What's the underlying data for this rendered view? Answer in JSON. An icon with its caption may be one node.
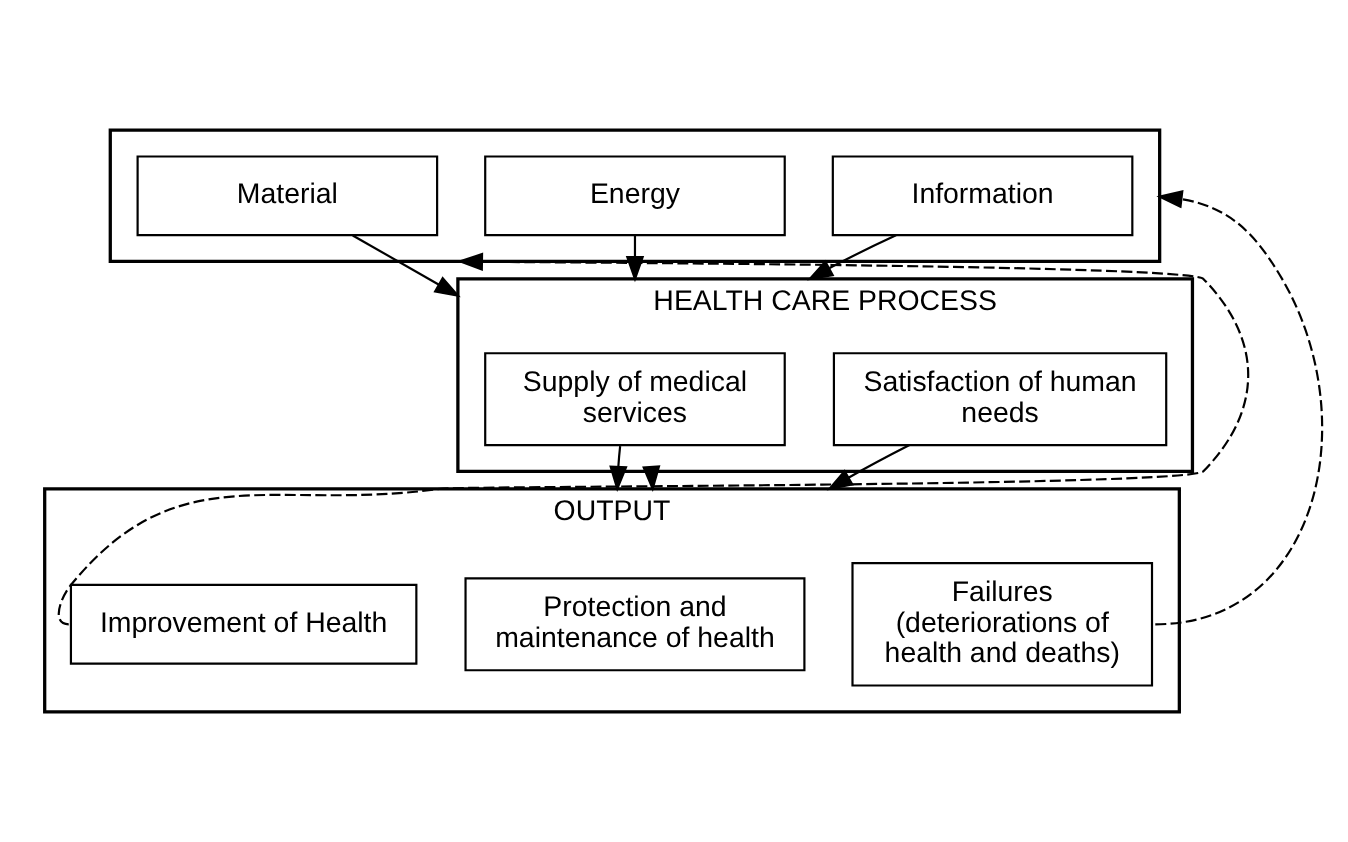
{
  "diagram": {
    "nodes": [
      {
        "text": [],
        "shape": "box"
      },
      {
        "text": [
          "Material"
        ],
        "in": 0
      },
      {
        "text": [
          "Energy"
        ],
        "in": 0
      },
      {
        "text": [
          "Information"
        ],
        "in": 0
      },
      {
        "text": [
          "HEALTH CARE PROCESS"
        ]
      },
      {
        "text": [
          "Supply of medical services"
        ],
        "in": 4
      },
      {
        "text": [
          "Satisfaction of human needs"
        ],
        "in": 4
      },
      {
        "text": [
          "OUTPUT"
        ]
      },
      {
        "text": [
          "Improvement of Health"
        ],
        "in": 7
      },
      {
        "text": [
          "Protection and maintenance of health"
        ],
        "in": 7
      },
      {
        "text": [
          "Failures (deteriorations of health and deaths)"
        ],
        "in": 7
      }
    ],
    "edges": [
      {
        "from": 1,
        "to": 4,
        "arrow": "to"
      },
      {
        "from": 2,
        "to": 4,
        "arrow": "to"
      },
      {
        "from": 3,
        "to": 4,
        "arrow": "to"
      },
      {
        "from": 5,
        "to": 7,
        "arrow": "to"
      },
      {
        "from": 4,
        "to": 7,
        "arrow": "to"
      },
      {
        "from": 6,
        "to": 7,
        "arrow": "to"
      },
      {
        "from": 8,
        "to": 0,
        "arrow": "to",
        "style": "dashed"
      },
      {
        "from": 10,
        "to": 0,
        "arrow": "to",
        "style": "dashed"
      }
    ]
  }
}
